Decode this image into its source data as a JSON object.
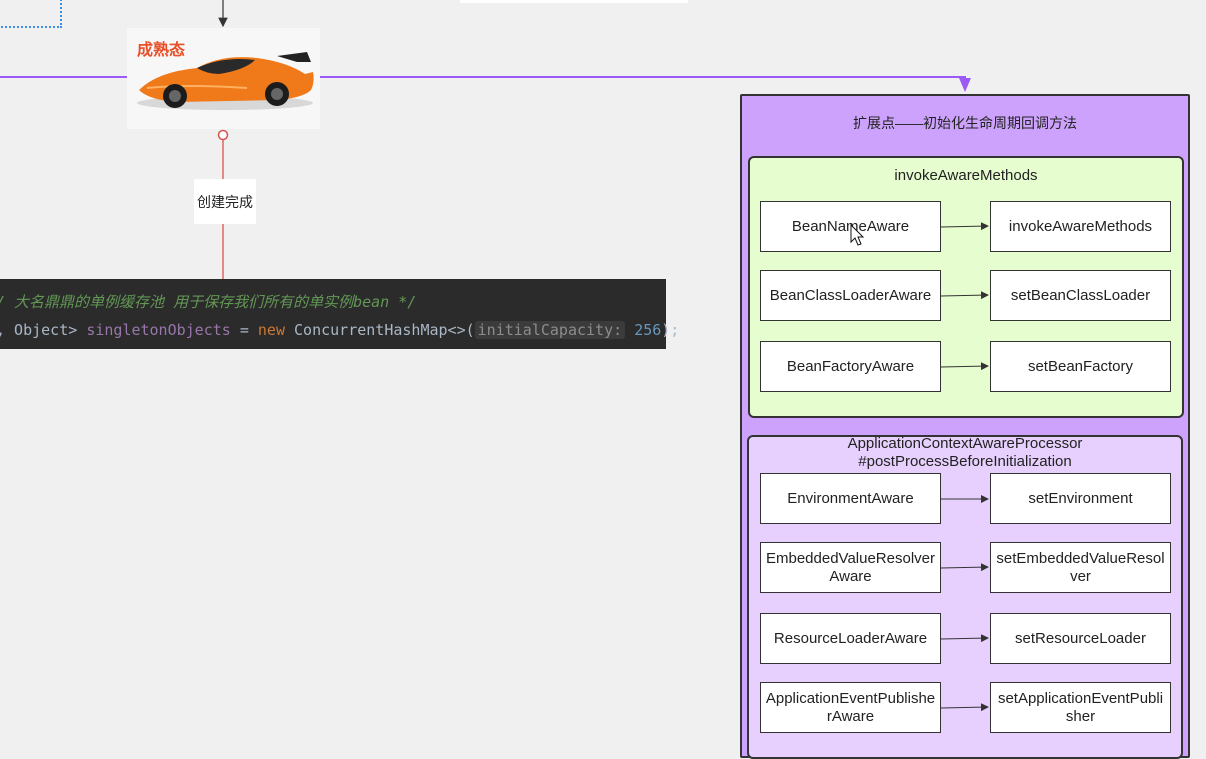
{
  "car": {
    "label": "成熟态"
  },
  "edge": {
    "label": "创建完成"
  },
  "code": {
    "comment": "/ 大名鼎鼎的单例缓存池 用于保存我们所有的单实例bean */",
    "line_start": ", Object> ",
    "var_name": "singletonObjects",
    "assign": " = ",
    "kw_new": "new",
    "ctor": " ConcurrentHashMap<>(",
    "hint": "initialCapacity:",
    "num": "256",
    "end": ");"
  },
  "extension": {
    "title": "扩展点——初始化生命周期回调方法",
    "group1": {
      "title": "invokeAwareMethods",
      "rows": [
        {
          "left": "BeanNameAware",
          "right": "invokeAwareMethods"
        },
        {
          "left": "BeanClassLoaderAware",
          "right": "setBeanClassLoader"
        },
        {
          "left": "BeanFactoryAware",
          "right": "setBeanFactory"
        }
      ]
    },
    "group2": {
      "title_line1": "ApplicationContextAwareProcessor",
      "title_line2": "#postProcessBeforeInitialization",
      "rows": [
        {
          "left": "EnvironmentAware",
          "right": "setEnvironment"
        },
        {
          "left": "EmbeddedValueResolverAware",
          "right": "setEmbeddedValueResolver"
        },
        {
          "left": "ResourceLoaderAware",
          "right": "setResourceLoader"
        },
        {
          "left": "ApplicationEventPublisherAware",
          "right": "setApplicationEventPublisher"
        }
      ]
    }
  },
  "colors": {
    "purple_edge": "#9b59f5",
    "red_edge": "#d9534f",
    "ext_bg": "#cda2fc",
    "group1_bg": "#e6fdd0",
    "group2_bg": "#e7d0fd"
  }
}
